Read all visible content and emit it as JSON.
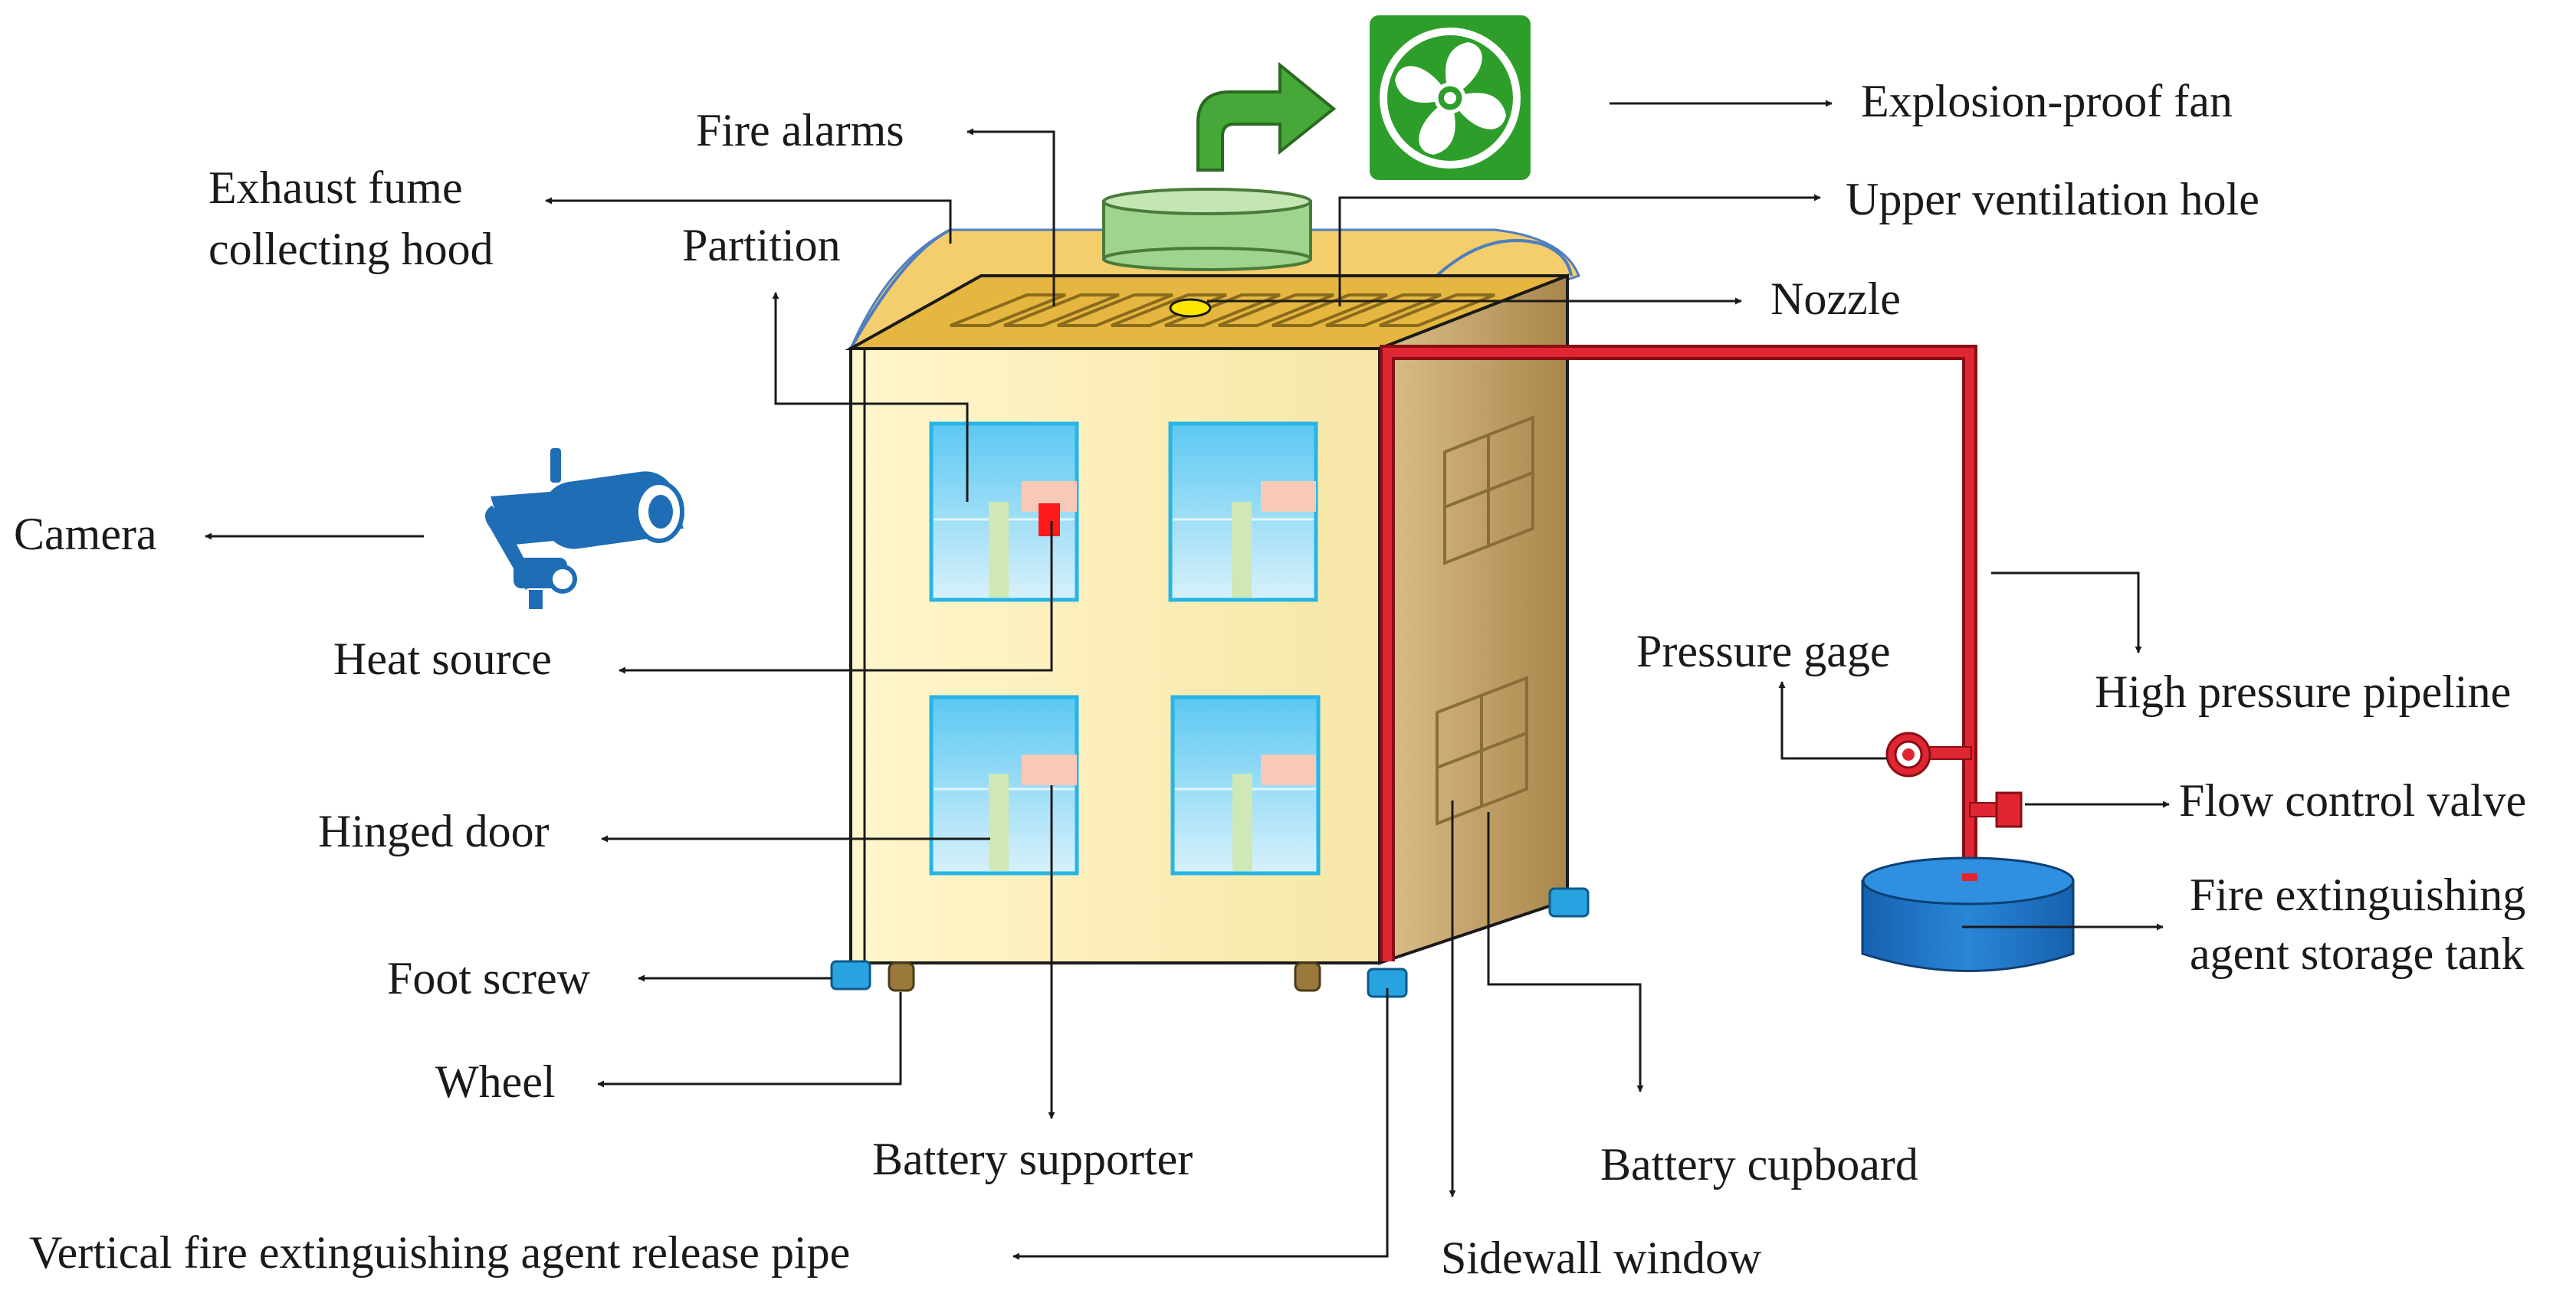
{
  "labels": {
    "explosion_proof_fan": "Explosion-proof fan",
    "fire_alarms": "Fire alarms",
    "upper_ventilation_hole": "Upper ventilation hole",
    "exhaust_fume_line1": "Exhaust fume",
    "exhaust_fume_line2": "collecting hood",
    "partition": "Partition",
    "nozzle": "Nozzle",
    "camera": "Camera",
    "heat_source": "Heat source",
    "pressure_gage": "Pressure gage",
    "high_pressure_pipeline": "High pressure pipeline",
    "flow_control_valve": "Flow control valve",
    "hinged_door": "Hinged door",
    "storage_tank_line1": "Fire extinguishing",
    "storage_tank_line2": "agent storage tank",
    "foot_screw": "Foot screw",
    "wheel": "Wheel",
    "battery_supporter": "Battery supporter",
    "battery_cupboard": "Battery cupboard",
    "release_pipe": "Vertical fire extinguishing agent release pipe",
    "sidewall_window": "Sidewall window"
  },
  "colors": {
    "cabinet_front": "#fcefb4",
    "cabinet_side": "#c9a66b",
    "cabinet_top": "#e6b93f",
    "hood": "#f7d27a",
    "window_glass": "#a8ddf5",
    "window_frame": "#26b5e6",
    "pipe_red": "#d9232d",
    "tank_blue": "#1a73c4",
    "fan_green": "#2e9e2b",
    "camera_blue": "#1e6db5",
    "foot_blue": "#29a3e0",
    "heat_red": "#ff1a1a",
    "cell_pink": "#f9c9b8",
    "cell_green": "#cfe8b5"
  },
  "icons": [
    "fan-icon",
    "camera-icon",
    "curved-arrow-icon",
    "pressure-gauge-icon",
    "valve-icon",
    "tank-icon"
  ]
}
